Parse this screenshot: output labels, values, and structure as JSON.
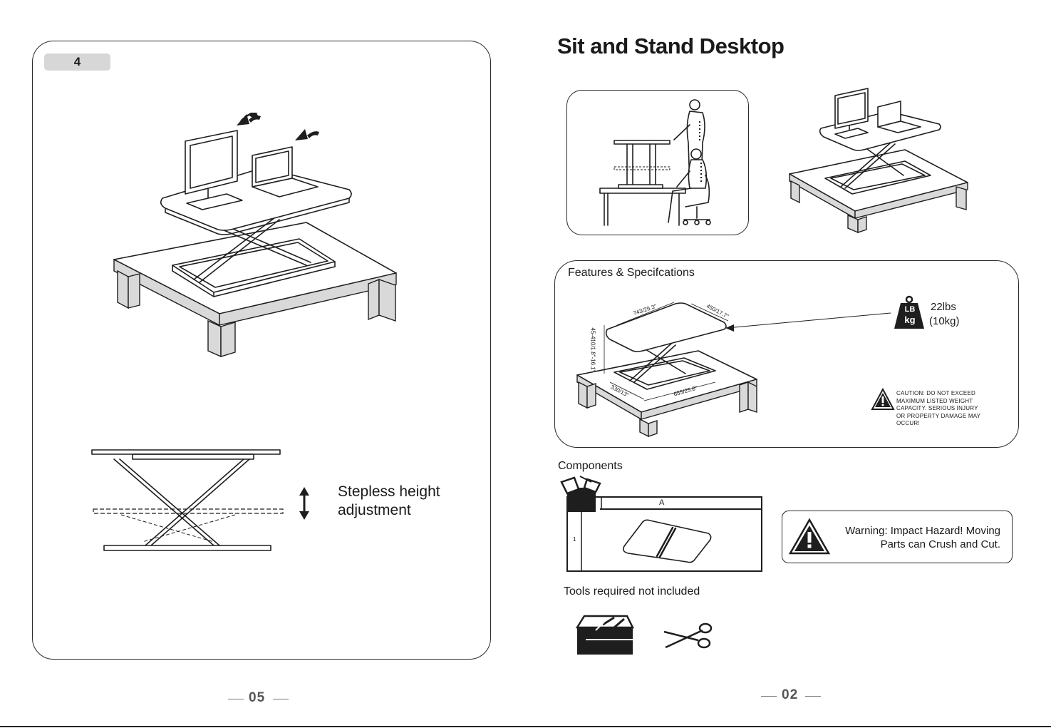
{
  "left_page": {
    "step_badge": "4",
    "stepless_label_line1": "Stepless height",
    "stepless_label_line2": "adjustment",
    "page_number": "05"
  },
  "right_page": {
    "title": "Sit and Stand Desktop",
    "features": {
      "heading": "Features & Specifcations",
      "dim_width": "743/29.3\"",
      "dim_depth": "450/17.7\"",
      "dim_height": "45-410/1.8\"-16.1\"",
      "dim_base_depth": "330/13\"",
      "dim_base_width": "655/25.8\"",
      "weight_lb_badge": "LB",
      "weight_kg_badge": "kg",
      "weight_lbs": "22lbs",
      "weight_kg": "(10kg)",
      "caution_lines": [
        "CAUTION:  DO NOT EXCEED",
        "MAXIMUM LISTED WEIGHT",
        "CAPACITY. SERIOUS INJURY",
        "OR PROPERTY DAMAGE MAY",
        "OCCUR!"
      ]
    },
    "components": {
      "heading": "Components",
      "part_letter": "A",
      "part_qty": "1"
    },
    "warning": {
      "line1": "Warning: Impact Hazard! Moving",
      "line2": "Parts can Crush and Cut."
    },
    "tools_heading": "Tools required not included",
    "page_number": "02"
  }
}
